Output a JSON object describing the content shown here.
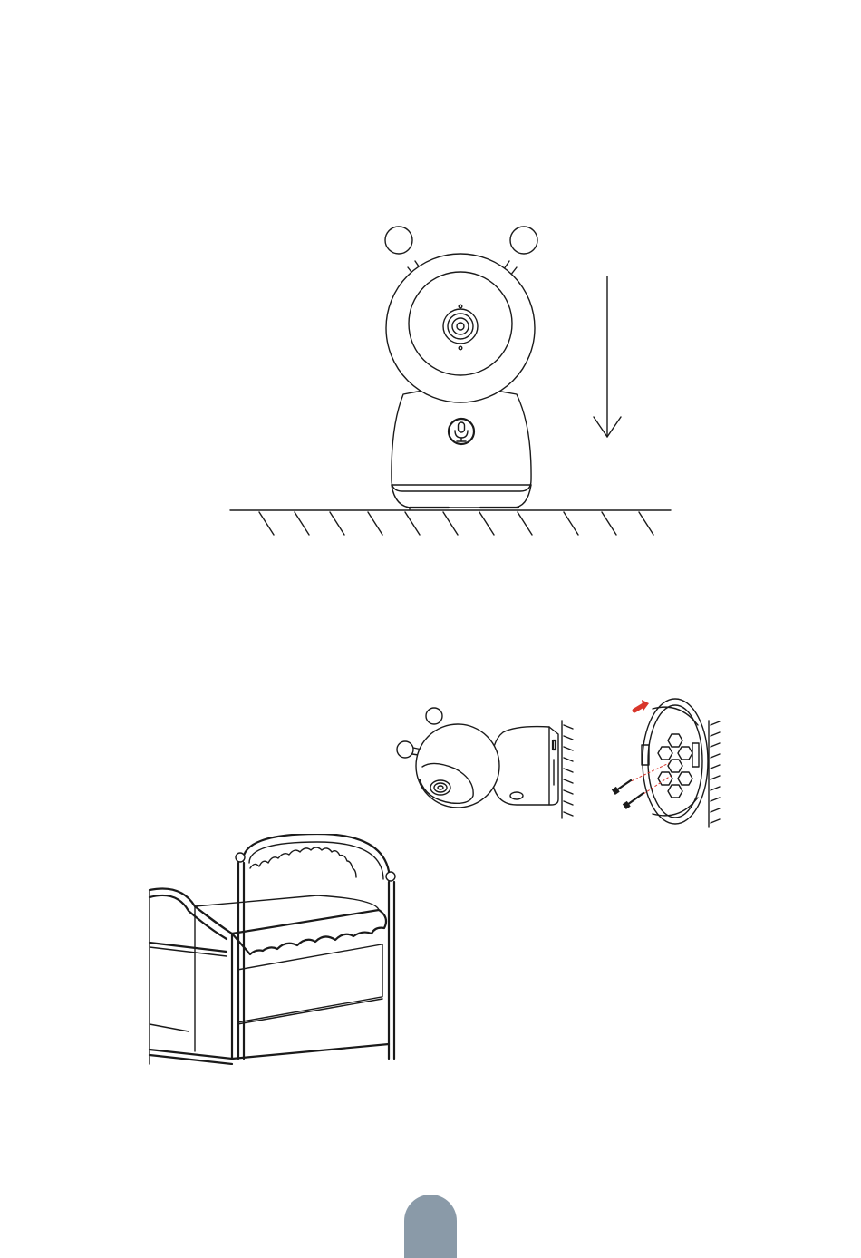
{
  "page": {
    "background": "#ffffff",
    "line_color": "#1a1a1a",
    "accent_color": "#d9362b",
    "page_tab_color": "#8a9aa8"
  },
  "figures": [
    {
      "id": "tabletop",
      "icon": "camera-on-flat-surface-illustration"
    },
    {
      "id": "wall-camera",
      "icon": "camera-wall-mounted-illustration"
    },
    {
      "id": "mount-plate",
      "icon": "wall-mount-plate-screws-illustration"
    },
    {
      "id": "crib",
      "icon": "camera-crib-placement-illustration"
    }
  ],
  "page_tab": {
    "icon": "page-number-tab"
  }
}
